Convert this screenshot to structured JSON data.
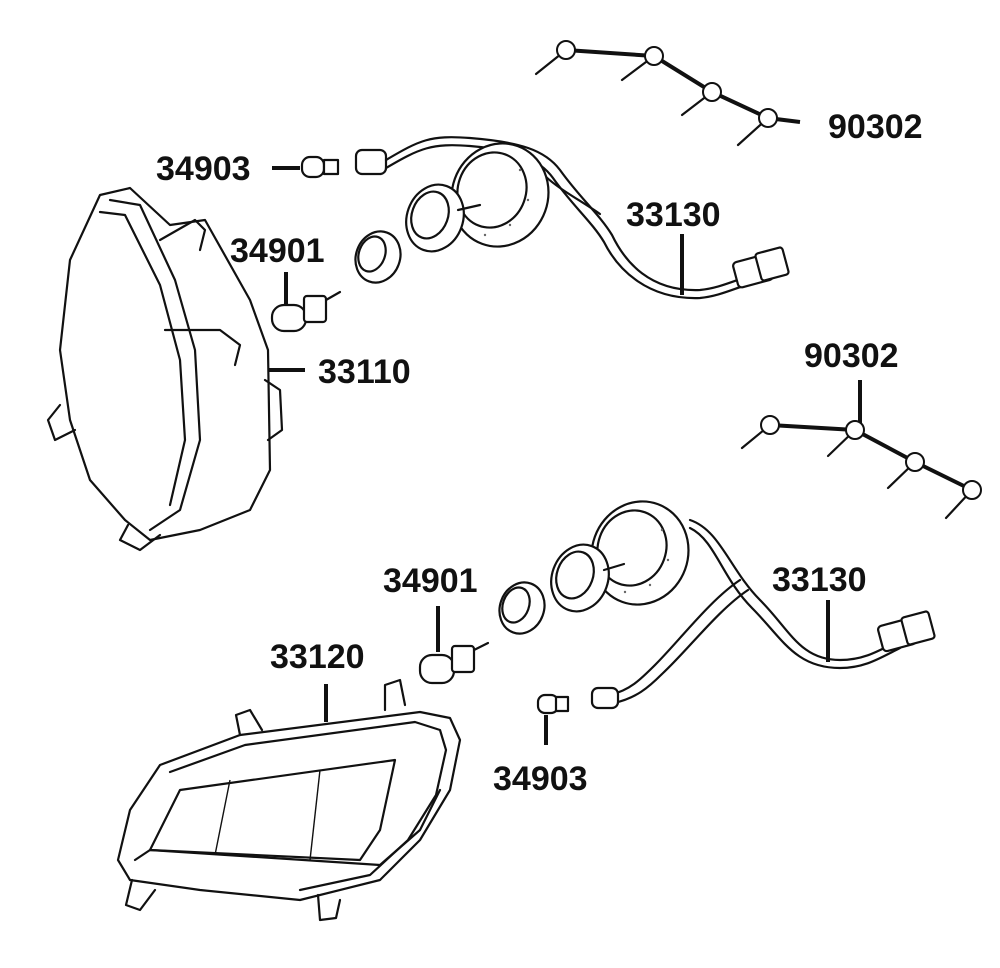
{
  "diagram": {
    "labels": {
      "bolt_upper": "90302",
      "bolt_lower": "90302",
      "harness_upper": "33130",
      "harness_lower": "33130",
      "pilot_bulb_upper": "34903",
      "pilot_bulb_lower": "34903",
      "head_bulb_upper": "34901",
      "head_bulb_lower": "34901",
      "headlight_right": "33110",
      "headlight_left": "33120"
    },
    "colors": {
      "ink": "#111111",
      "paper": "#ffffff"
    }
  }
}
